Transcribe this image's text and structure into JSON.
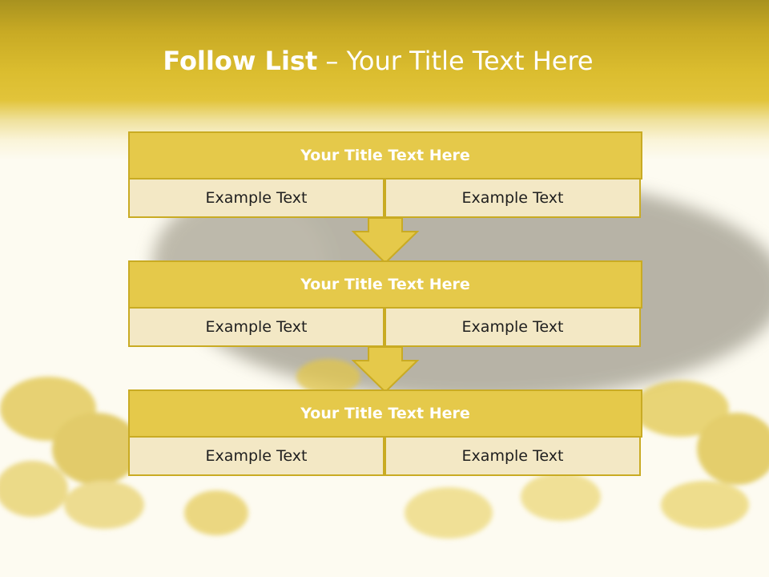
{
  "slide": {
    "title_bold": "Follow List",
    "title_rest": " – Your Title Text Here"
  },
  "blocks": [
    {
      "title": "Your Title Text Here",
      "left_text": "Example Text",
      "right_text": "Example Text"
    },
    {
      "title": "Your Title Text Here",
      "left_text": "Example Text",
      "right_text": "Example Text"
    },
    {
      "title": "Your Title Text Here",
      "left_text": "Example Text",
      "right_text": "Example Text"
    }
  ],
  "colors": {
    "header": "#dbbd2f",
    "title_fill": "#e5c94a",
    "cell_fill": "#f3e8c5",
    "border": "#c9ab23"
  }
}
